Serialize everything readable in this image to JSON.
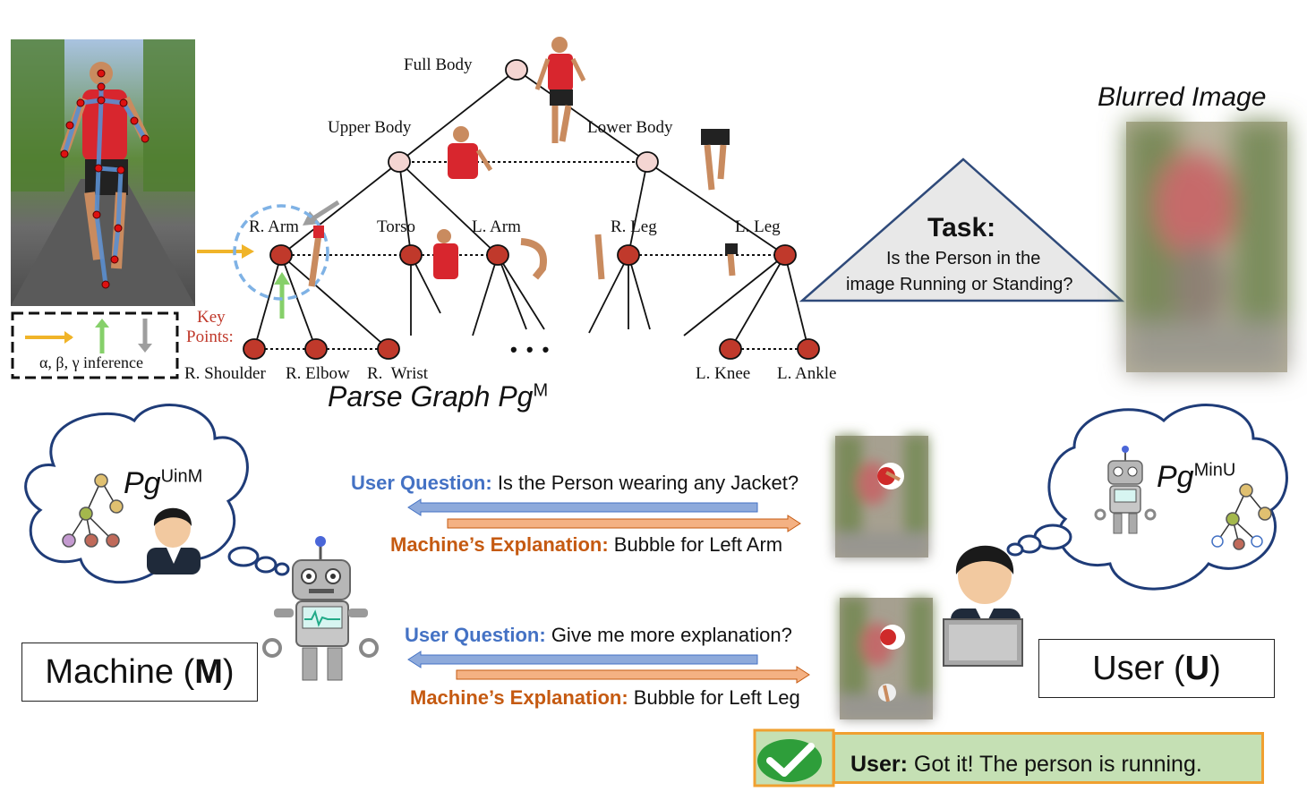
{
  "parse_graph": {
    "title_main": "Parse Graph Pg",
    "title_sup": "M",
    "nodes": {
      "full_body": "Full Body",
      "upper_body": "Upper Body",
      "lower_body": "Lower Body",
      "r_arm": "R. Arm",
      "torso": "Torso",
      "l_arm": "L. Arm",
      "r_leg": "R. Leg",
      "l_leg": "L. Leg",
      "r_shoulder": "R. Shoulder",
      "r_elbow": "R. Elbow",
      "r_wrist": "R.  Wrist",
      "l_knee": "L. Knee",
      "l_ankle": "L. Ankle"
    },
    "key_points_line1": "Key",
    "key_points_line2": "Points:",
    "legend_text": "α, β, γ inference",
    "ellipsis": "• • •"
  },
  "task": {
    "title": "Task:",
    "line1": "Is the Person in the",
    "line2": "image Running or Standing?"
  },
  "blurred_image_label": "Blurred Image",
  "machine_thought": {
    "pg": "Pg",
    "sup": "UinM"
  },
  "user_thought": {
    "pg": "Pg",
    "sup": "MinU"
  },
  "dialog": [
    {
      "q_label": "User Question:",
      "q_text": " Is the Person wearing any Jacket?",
      "a_label": "Machine’s Explanation:",
      "a_text": " Bubble for Left Arm"
    },
    {
      "q_label": "User Question:",
      "q_text": " Give me more explanation?",
      "a_label": "Machine’s Explanation:",
      "a_text": " Bubble for Left Leg"
    }
  ],
  "machine_box": {
    "text": "Machine (",
    "bold": "M",
    "close": ")"
  },
  "user_box": {
    "text": "User (",
    "bold": "U",
    "close": ")"
  },
  "result": {
    "label": "User:",
    "text": " Got it! The person is running."
  },
  "colors": {
    "question": "#4472c4",
    "explanation": "#c55a11",
    "node_top": "#f4d5d2",
    "node_leaf": "#c0392b",
    "result_fill": "#c5e0b4",
    "result_border": "#f0a030",
    "task_fill": "#e8e8e8",
    "task_border": "#2f4a7a",
    "cloud": "#1f3c78"
  }
}
